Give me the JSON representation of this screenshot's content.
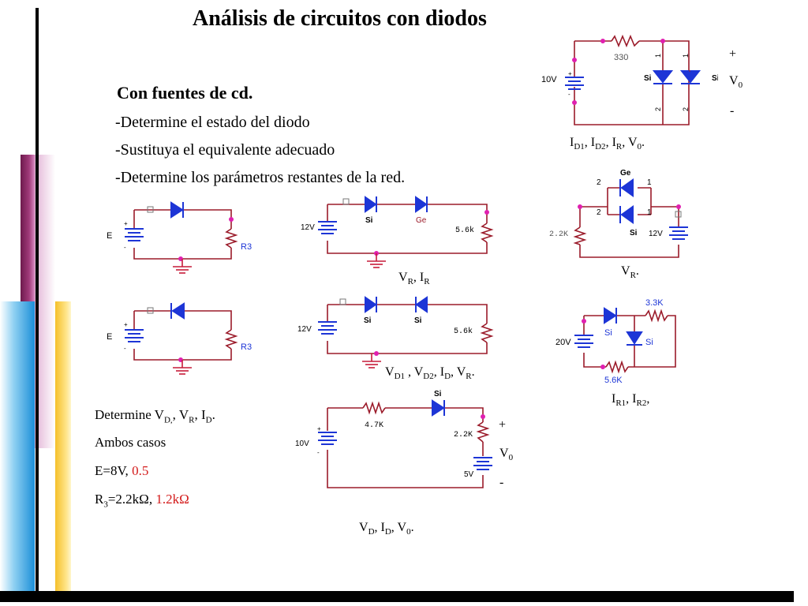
{
  "title": "Análisis de circuitos con diodos",
  "subtitle": "Con fuentes de cd.",
  "steps": [
    "-Determine el estado del diodo",
    "-Sustituya el equivalente adecuado",
    "-Determine los parámetros restantes de la red."
  ],
  "left_problem": {
    "line1": "Determine V",
    "line1_sub1": "D,",
    "line1_mid1": ", V",
    "line1_sub2": "R",
    "line1_mid2": ", I",
    "line1_sub3": "D",
    "line1_end": ".",
    "line2": "Ambos casos",
    "line3_a": "E=8V, ",
    "line3_b": "0.5",
    "line4_a": "R",
    "line4_sub": "3",
    "line4_b": "=2.2kΩ, ",
    "line4_c": "1.2kΩ"
  },
  "circuit_top_right": {
    "labels": {
      "resistor": "330",
      "source": "10V",
      "d1": "Si",
      "d2": "Si",
      "pin1a": "1",
      "pin1b": "1",
      "pin2a": "2",
      "pin2b": "2",
      "plus": "+",
      "v0": "V",
      "v0_sub": "0",
      "minus": "-"
    },
    "caption_parts": [
      "I",
      "D1",
      ", I",
      "D2",
      ", I",
      "R",
      ",  V",
      "0",
      "."
    ]
  },
  "circuit_right_mid": {
    "labels": {
      "ge": "Ge",
      "si": "Si",
      "pin2a": "2",
      "pin1a": "1",
      "pin2b": "2",
      "pin1b": "1",
      "resistor": "2.2K",
      "source": "12V"
    },
    "caption_parts": [
      "V",
      "R",
      "."
    ]
  },
  "circuit_si_ge": {
    "labels": {
      "d1": "Si",
      "d2": "Ge",
      "source": "12V",
      "resistor": "5.6k"
    },
    "caption_parts": [
      "V",
      "R",
      ", I",
      "R"
    ]
  },
  "circuit_si_si": {
    "labels": {
      "d1": "Si",
      "d2": "Si",
      "source": "12V",
      "resistor": "5.6k"
    },
    "caption_parts": [
      "V",
      "D1",
      " , V",
      "D2",
      ", I",
      "D",
      ", V",
      "R",
      "."
    ]
  },
  "circuit_e_top": {
    "labels": {
      "source": "E",
      "resistor": "R3"
    }
  },
  "circuit_e_bottom": {
    "labels": {
      "source": "E",
      "resistor": "R3"
    }
  },
  "circuit_right_bottom": {
    "labels": {
      "r1": "3.3K",
      "d1": "Si",
      "d2": "Si",
      "source": "20V",
      "r2": "5.6K"
    },
    "caption_parts": [
      "I",
      "R1",
      ", I",
      "R2",
      ","
    ]
  },
  "circuit_bottom": {
    "labels": {
      "resistor": "4.7K",
      "diode": "Si",
      "source": "10V",
      "r2": "2.2K",
      "source2": "5V",
      "plus": "+",
      "v0": "V",
      "v0_sub": "0",
      "minus": "-"
    },
    "caption_parts": [
      "V",
      "D",
      ", I",
      "D",
      ", V",
      "0",
      "."
    ]
  },
  "colors": {
    "wire": "#9b1b2a",
    "diode": "#1d35d6",
    "node": "#e020b0",
    "ground": "#c61c3a",
    "text": "#000000",
    "highlight": "#d31a1a"
  }
}
